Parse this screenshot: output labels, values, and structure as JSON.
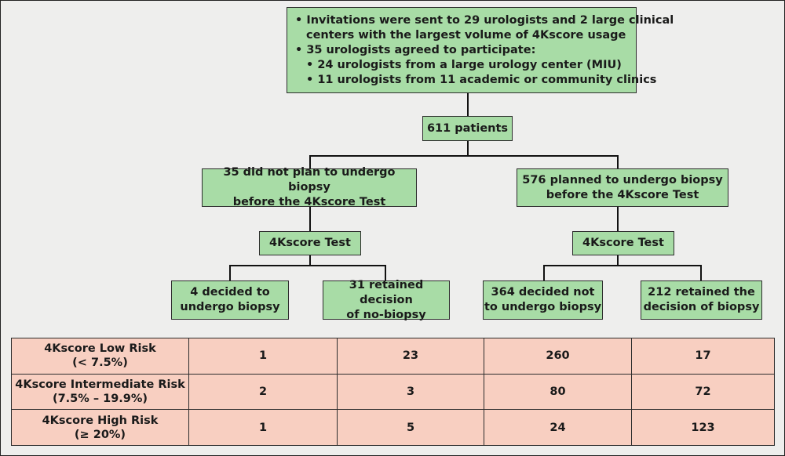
{
  "top_box": {
    "line1a": "• Invitations were sent to 29 urologists and 2 large clinical",
    "line1b": "centers with the largest volume of 4Kscore usage",
    "line2": "• 35 urologists agreed to participate:",
    "line3": "• 24 urologists from a large urology center (MIU)",
    "line4": "• 11 urologists from 11 academic or community clinics"
  },
  "patients_box": "611 patients",
  "left_branch": {
    "line1": "35 did not plan to undergo biopsy",
    "line2": "before the 4Kscore Test",
    "test_label": "4Kscore Test",
    "outcome_a": {
      "line1": "4 decided to",
      "line2": "undergo biopsy"
    },
    "outcome_b": {
      "line1": "31 retained decision",
      "line2": "of no-biopsy"
    }
  },
  "right_branch": {
    "line1": "576 planned to undergo biopsy",
    "line2": "before the 4Kscore Test",
    "test_label": "4Kscore Test",
    "outcome_a": {
      "line1": "364 decided not",
      "line2": "to undergo biopsy"
    },
    "outcome_b": {
      "line1": "212 retained the",
      "line2": "decision of biopsy"
    }
  },
  "risk_table": {
    "rows": [
      {
        "label1": "4Kscore Low Risk",
        "label2": "(< 7.5%)",
        "values": [
          "1",
          "23",
          "260",
          "17"
        ]
      },
      {
        "label1": "4Kscore Intermediate Risk",
        "label2": "(7.5% – 19.9%)",
        "values": [
          "2",
          "3",
          "80",
          "72"
        ]
      },
      {
        "label1": "4Kscore High Risk",
        "label2": "(≥ 20%)",
        "values": [
          "1",
          "5",
          "24",
          "123"
        ]
      }
    ]
  },
  "colors": {
    "box_fill": "#a8dca6",
    "table_fill": "#f8cfc1",
    "background": "#eeeeed"
  }
}
